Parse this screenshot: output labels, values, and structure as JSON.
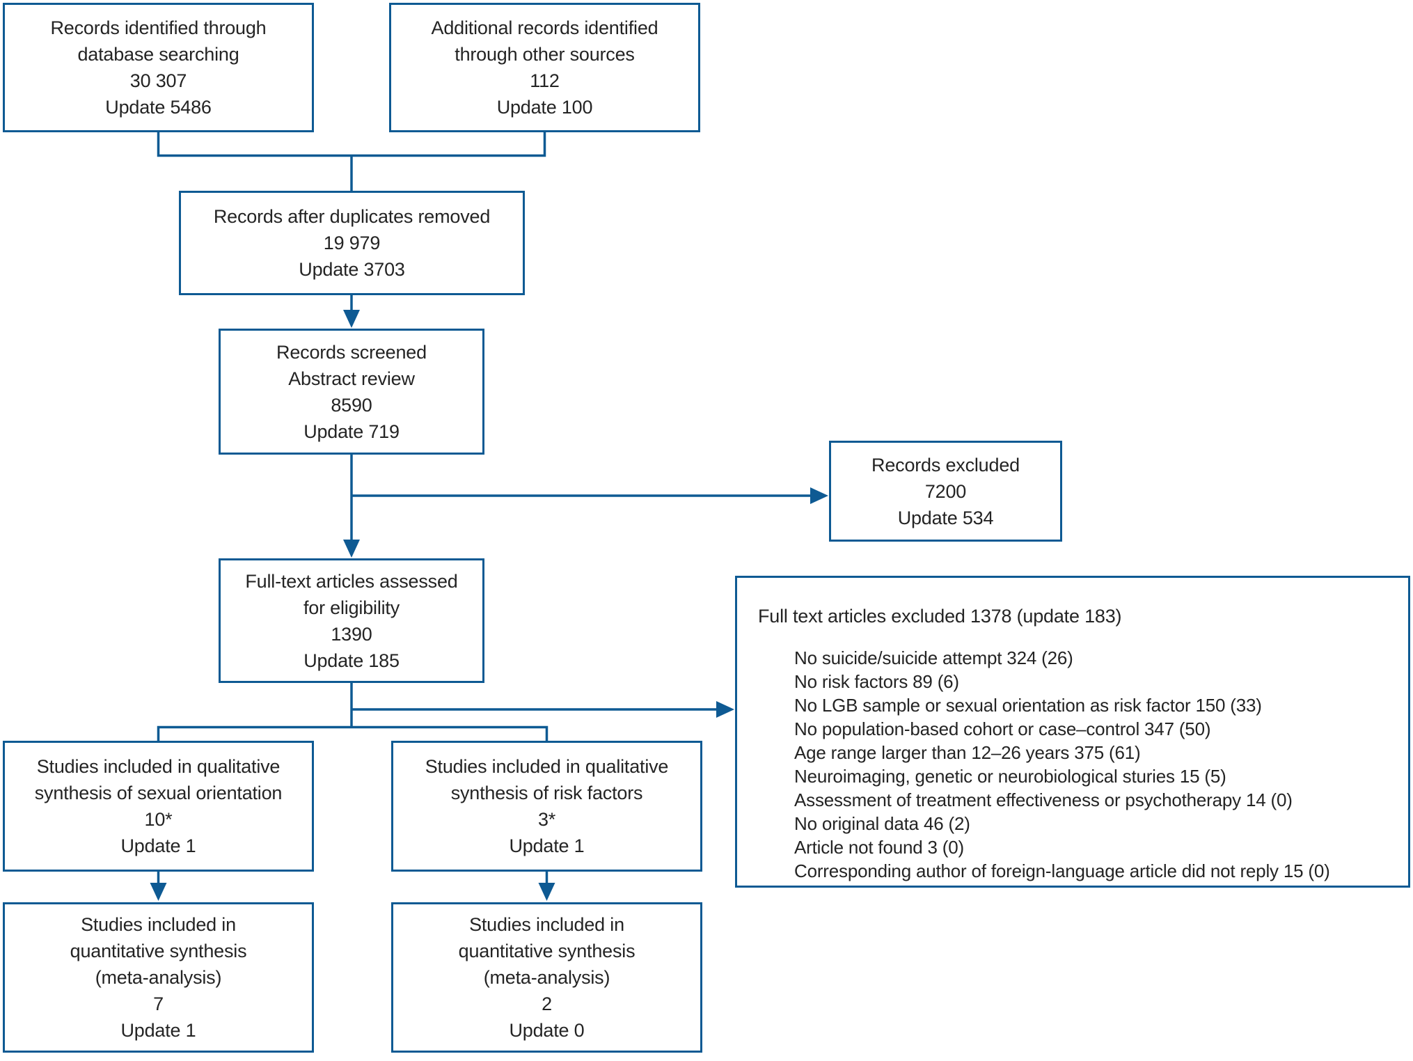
{
  "diagram": {
    "title": "PRISMA flow diagram",
    "colors": {
      "line": "#0e5a93",
      "text": "#242424",
      "background": "#ffffff"
    },
    "boxes": {
      "identified": {
        "lines": [
          "Records identified through",
          "database searching",
          "30 307",
          "Update 5486"
        ]
      },
      "additional": {
        "lines": [
          "Additional records identified",
          "through other sources",
          "112",
          "Update 100"
        ]
      },
      "deduplicated": {
        "lines": [
          "Records after duplicates removed",
          "19 979",
          "Update 3703"
        ]
      },
      "screened": {
        "lines": [
          "Records screened",
          "Abstract review",
          "8590",
          "Update 719"
        ]
      },
      "records_excluded": {
        "lines": [
          "Records excluded",
          "7200",
          "Update 534"
        ]
      },
      "fulltext_assessed": {
        "lines": [
          "Full-text articles assessed",
          "for eligibility",
          "1390",
          "Update 185"
        ]
      },
      "fulltext_excluded": {
        "title": "Full text articles excluded 1378 (update 183)",
        "items": [
          "No suicide/suicide attempt 324 (26)",
          "No risk factors 89 (6)",
          "No LGB sample or sexual orientation as risk factor 150 (33)",
          "No population-based cohort or case–control 347 (50)",
          "Age range larger than 12–26 years 375 (61)",
          "Neuroimaging, genetic or neurobiological sturies 15 (5)",
          "Assessment of treatment effectiveness or psychotherapy 14 (0)",
          "No original data 46 (2)",
          "Article not found 3 (0)",
          "Corresponding author of foreign-language article did not reply 15 (0)"
        ]
      },
      "qualitative_sexual_orientation": {
        "lines": [
          "Studies included in qualitative",
          "synthesis of sexual orientation",
          "10*",
          "Update 1"
        ]
      },
      "qualitative_risk_factors": {
        "lines": [
          "Studies included in qualitative",
          "synthesis of risk factors",
          "3*",
          "Update 1"
        ]
      },
      "quantitative_sexual_orientation": {
        "lines": [
          "Studies included in",
          "quantitative synthesis",
          "(meta-analysis)",
          "7",
          "Update 1"
        ]
      },
      "quantitative_risk_factors": {
        "lines": [
          "Studies included in",
          "quantitative synthesis",
          "(meta-analysis)",
          "2",
          "Update 0"
        ]
      }
    }
  }
}
